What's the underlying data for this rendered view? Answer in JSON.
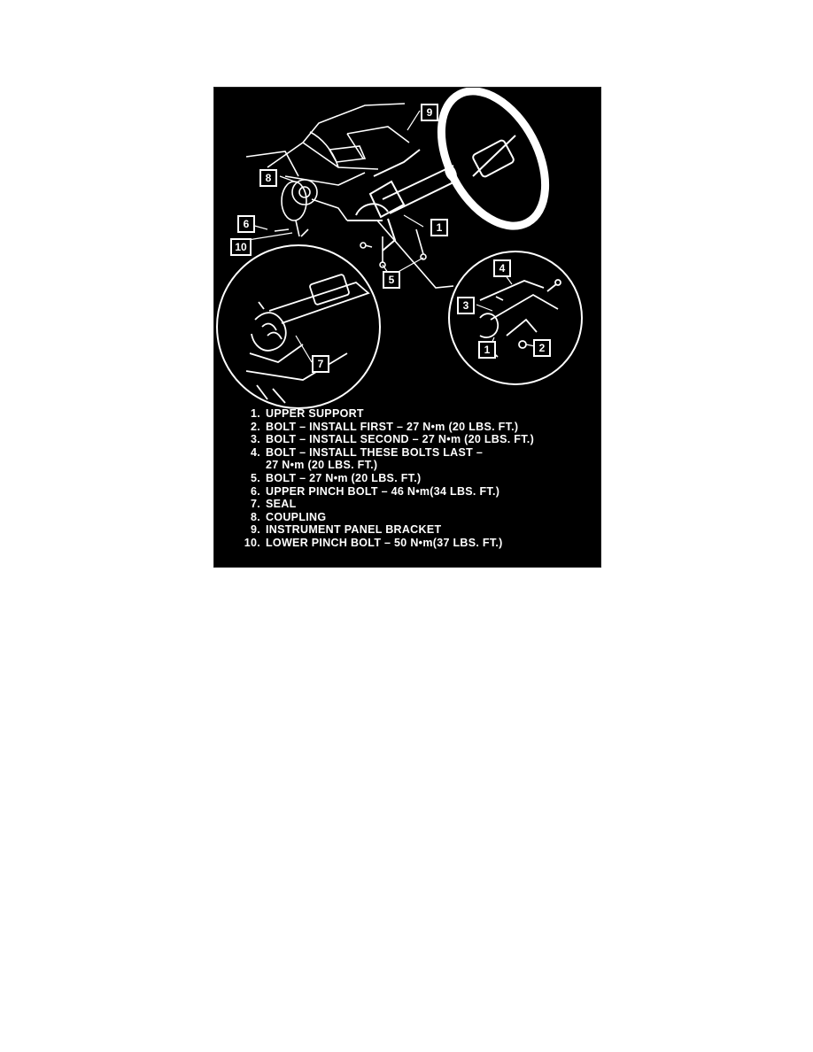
{
  "callouts": {
    "c1_main": "1",
    "c1_detail": "1",
    "c2": "2",
    "c3": "3",
    "c4": "4",
    "c5": "5",
    "c6": "6",
    "c7": "7",
    "c8": "8",
    "c9": "9",
    "c10": "10"
  },
  "legend": [
    {
      "num": "1.",
      "text": "UPPER SUPPORT"
    },
    {
      "num": "2.",
      "text": "BOLT – INSTALL FIRST – 27 N•m (20 LBS. FT.)"
    },
    {
      "num": "3.",
      "text": "BOLT – INSTALL SECOND – 27 N•m (20 LBS. FT.)"
    },
    {
      "num": "4.",
      "text": "BOLT – INSTALL THESE BOLTS LAST –"
    },
    {
      "num": "",
      "text": "27 N•m (20 LBS. FT.)"
    },
    {
      "num": "5.",
      "text": "BOLT – 27 N•m (20 LBS. FT.)"
    },
    {
      "num": "6.",
      "text": "UPPER PINCH BOLT – 46 N•m(34 LBS. FT.)"
    },
    {
      "num": "7.",
      "text": "SEAL"
    },
    {
      "num": "8.",
      "text": "COUPLING"
    },
    {
      "num": "9.",
      "text": "INSTRUMENT PANEL BRACKET"
    },
    {
      "num": "10.",
      "text": "LOWER PINCH BOLT – 50 N•m(37 LBS. FT.)"
    }
  ]
}
